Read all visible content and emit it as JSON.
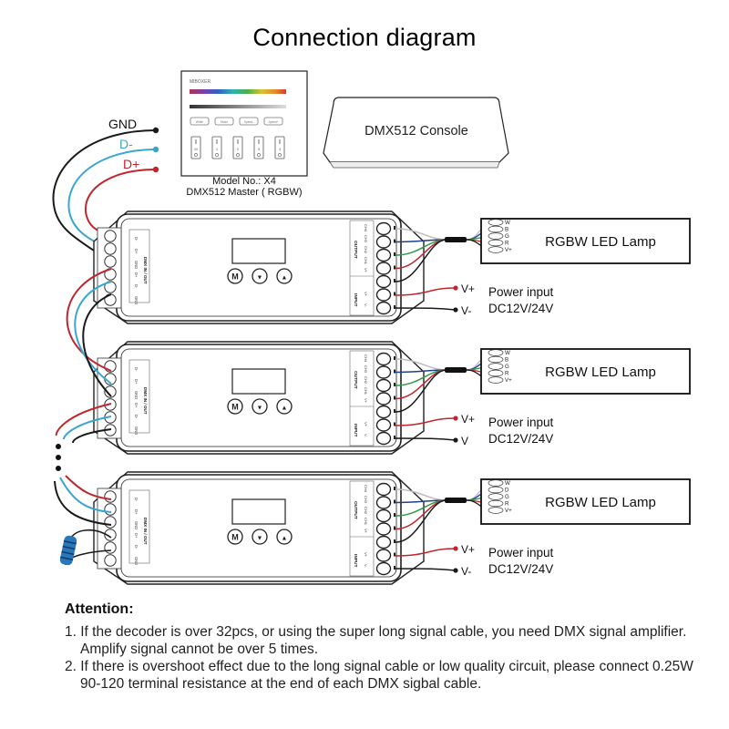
{
  "title": "Connection diagram",
  "bus_labels": {
    "gnd": "GND",
    "d_minus": "D-",
    "d_plus": "D+"
  },
  "master": {
    "brand": "MIBOXER",
    "buttons": [
      "White",
      "Mode",
      "Speed-",
      "Speed+"
    ],
    "zones": [
      "M",
      "1",
      "2",
      "3",
      "4"
    ],
    "model_line": "Model No.: X4",
    "name_line": "DMX512 Master ( RGBW)"
  },
  "console": {
    "label": "DMX512 Console"
  },
  "decoder": {
    "left_terminal_header": "DMX IN / OUT",
    "left_terminals": [
      "D-",
      "D+",
      "GND",
      "D+",
      "D-",
      "GND"
    ],
    "output_header": "OUTPUT",
    "output_terminals": [
      "CH4",
      "CH3",
      "CH2",
      "CH1",
      "V+"
    ],
    "input_header": "INPUT",
    "input_terminals": [
      "V+",
      "V-"
    ],
    "buttons": [
      {
        "icon": "menu",
        "glyph": "M"
      },
      {
        "icon": "down-arrow",
        "glyph": "▼"
      },
      {
        "icon": "up-arrow",
        "glyph": "▲"
      }
    ]
  },
  "rows": [
    {
      "lamp_label": "RGBW LED Lamp",
      "lamp_pins": [
        "W",
        "B",
        "G",
        "R",
        "V+"
      ],
      "power_vplus": "V+",
      "power_vminus": "V-",
      "power_title": "Power input",
      "power_spec": "DC12V/24V"
    },
    {
      "lamp_label": "RGBW LED Lamp",
      "lamp_pins": [
        "W",
        "B",
        "G",
        "R",
        "V+"
      ],
      "power_vplus": "V+",
      "power_vminus": "V",
      "power_title": "Power input",
      "power_spec": "DC12V/24V"
    },
    {
      "lamp_label": "RGBW LED Lamp",
      "lamp_pins": [
        "W",
        "D",
        "G",
        "R",
        "V+"
      ],
      "power_vplus": "V+",
      "power_vminus": "V-",
      "power_title": "Power input",
      "power_spec": "DC12V/24V"
    }
  ],
  "colors": {
    "gnd_wire": "#1a1a1a",
    "d_minus_wire": "#3aa6cf",
    "d_plus_wire": "#c0262e",
    "ch_white": "#bdbdbd",
    "ch_blue": "#1f3f8f",
    "ch_green": "#2e9a45",
    "ch_red": "#c0262e",
    "resistor": "#2a78b8"
  },
  "attention": {
    "heading": "Attention:",
    "notes": [
      "1. If the decoder is over 32pcs, or using the super long signal cable, you need DMX signal amplifier. Amplify signal cannot be over 5 times.",
      "2. If there is overshoot effect due to the long signal cable or low quality circuit, please connect 0.25W 90-120  terminal resistance at the end of each DMX sigbal cable."
    ]
  }
}
